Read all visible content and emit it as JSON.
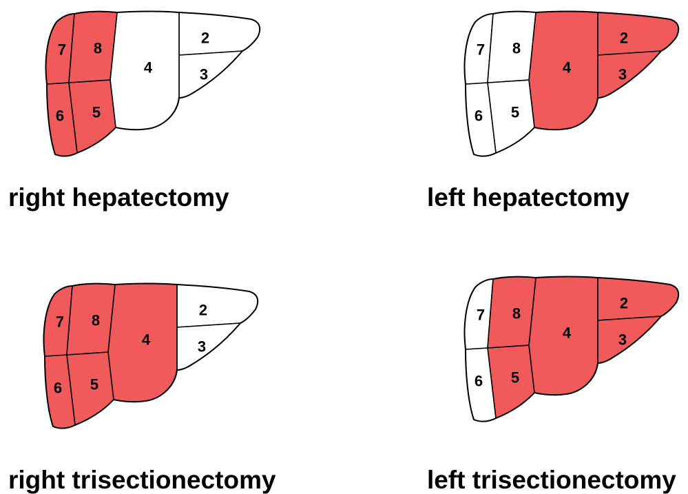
{
  "colors": {
    "resected": "#F05A5A",
    "preserved": "#FFFFFF",
    "outline": "#000000"
  },
  "panels": [
    {
      "caption": "right hepatectomy",
      "resected": [
        "5",
        "6",
        "7",
        "8"
      ]
    },
    {
      "caption": "left hepatectomy",
      "resected": [
        "2",
        "3",
        "4"
      ]
    },
    {
      "caption": "right trisectionectomy",
      "resected": [
        "4",
        "5",
        "6",
        "7",
        "8"
      ]
    },
    {
      "caption": "left trisectionectomy",
      "resected": [
        "2",
        "3",
        "4",
        "5",
        "8"
      ]
    }
  ],
  "segment_labels": [
    "7",
    "8",
    "6",
    "5",
    "4",
    "2",
    "3"
  ]
}
